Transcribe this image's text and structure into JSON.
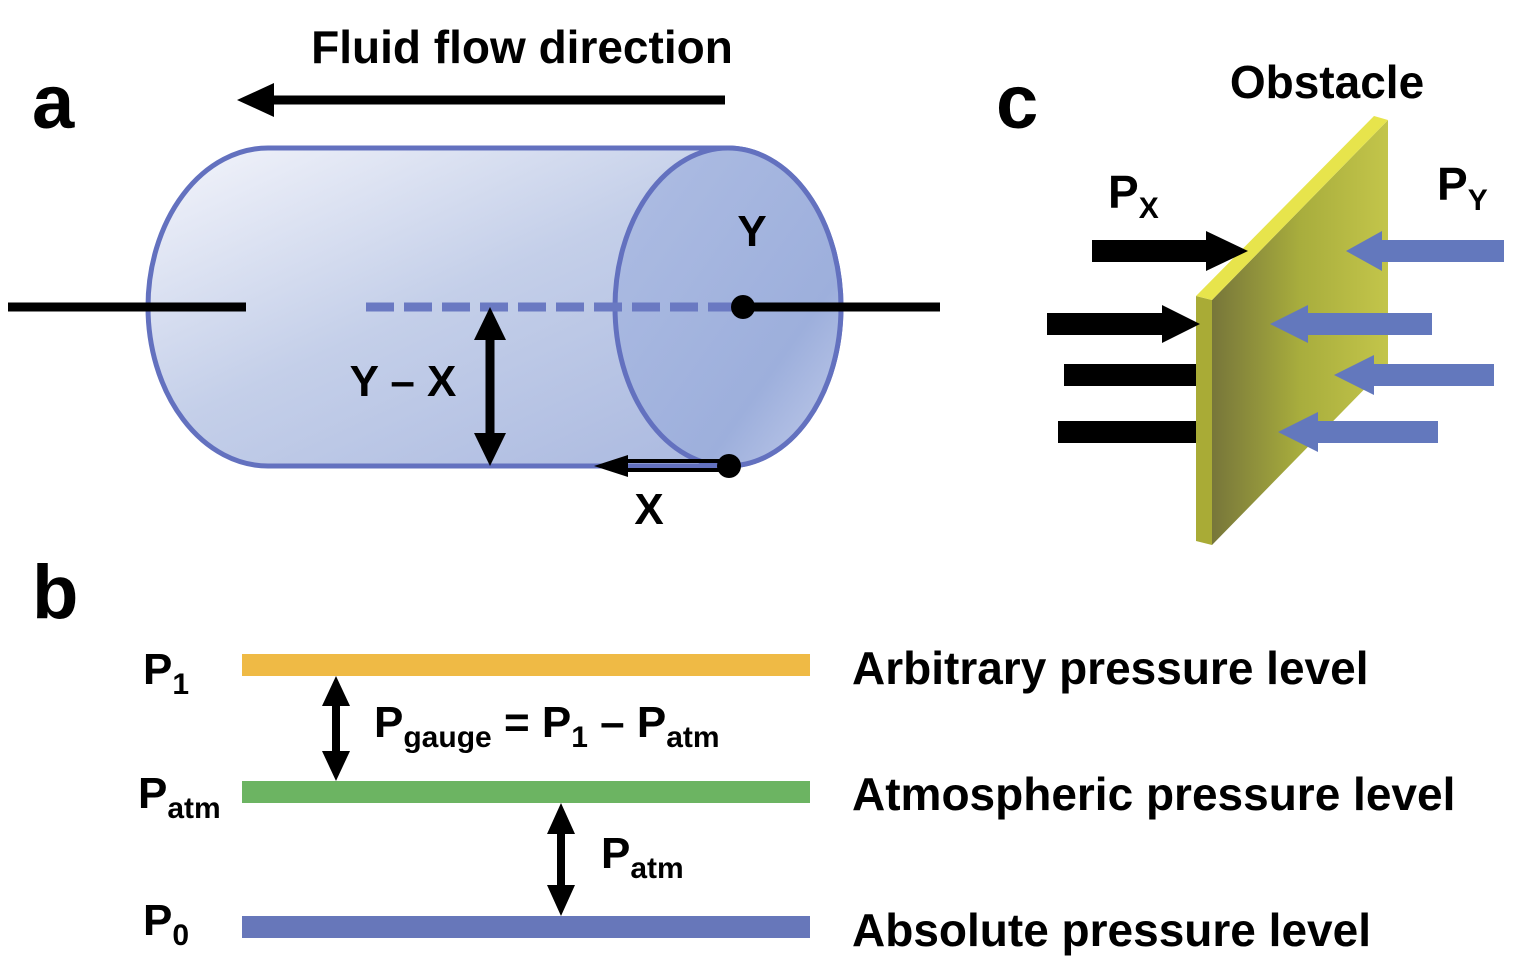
{
  "panels": {
    "a": "a",
    "b": "b",
    "c": "c"
  },
  "panel_a": {
    "flow_label": "Fluid flow direction",
    "point_y": "Y",
    "point_x": "X",
    "difference_label": "Y – X"
  },
  "panel_b": {
    "p1": {
      "main": "P",
      "sub": "1"
    },
    "patm": {
      "main": "P",
      "sub": "atm"
    },
    "p0": {
      "main": "P",
      "sub": "0"
    },
    "gauge_eq": {
      "p": "P",
      "sub": "gauge",
      "eq": " = P",
      "one": "1",
      "minus": " – P",
      "atm": "atm"
    },
    "patm_arrow": {
      "main": "P",
      "sub": "atm"
    },
    "levels": [
      {
        "label": "Arbitrary pressure level",
        "color": "#efba45"
      },
      {
        "label": "Atmospheric pressure level",
        "color": "#6cb462"
      },
      {
        "label": "Absolute pressure level",
        "color": "#6777ba"
      }
    ]
  },
  "panel_c": {
    "obstacle_label": "Obstacle",
    "px": {
      "main": "P",
      "sub": "X"
    },
    "py": {
      "main": "P",
      "sub": "Y"
    },
    "left_arrow_color": "#000000",
    "right_arrow_color": "#6378bd"
  }
}
